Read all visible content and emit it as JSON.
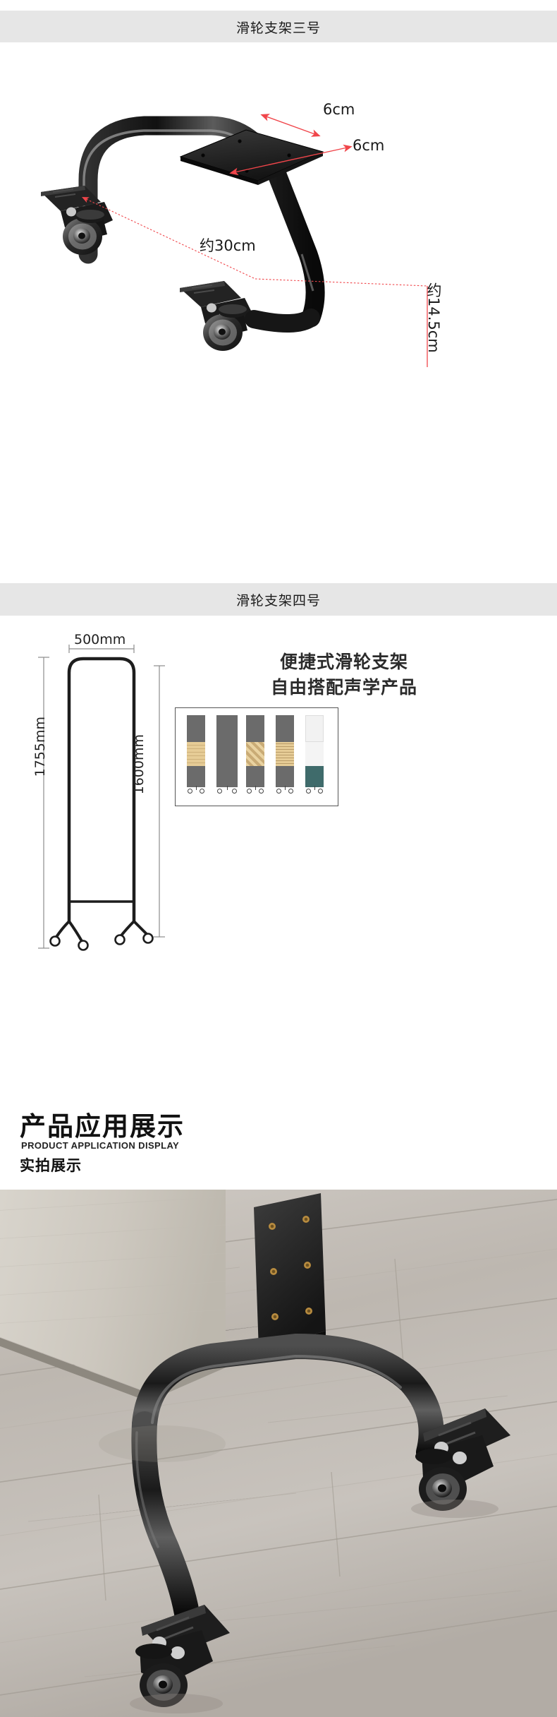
{
  "sections": [
    {
      "id": "bracket3",
      "band_title": "滑轮支架三号",
      "dimensions": {
        "plate_width": "6cm",
        "plate_depth": "6cm",
        "span": "约30cm",
        "height": "约14.5cm"
      }
    },
    {
      "id": "bracket4",
      "band_title": "滑轮支架四号",
      "dimensions": {
        "width": "500mm",
        "total_height": "1755mm",
        "panel_height": "1600mm"
      },
      "promo": {
        "line1": "便捷式滑轮支架",
        "line2": "自由搭配声学产品"
      }
    }
  ],
  "application": {
    "title_cn": "产品应用展示",
    "title_en": "PRODUCT APPLICATION DISPLAY",
    "subtitle_cn": "实拍展示"
  },
  "colors": {
    "band_bg": "#e6e6e6",
    "callout_red": "#f0454a",
    "ink": "#1a1a1a",
    "panel_gray": "#6b6b6b",
    "wood": "#e2c894"
  }
}
